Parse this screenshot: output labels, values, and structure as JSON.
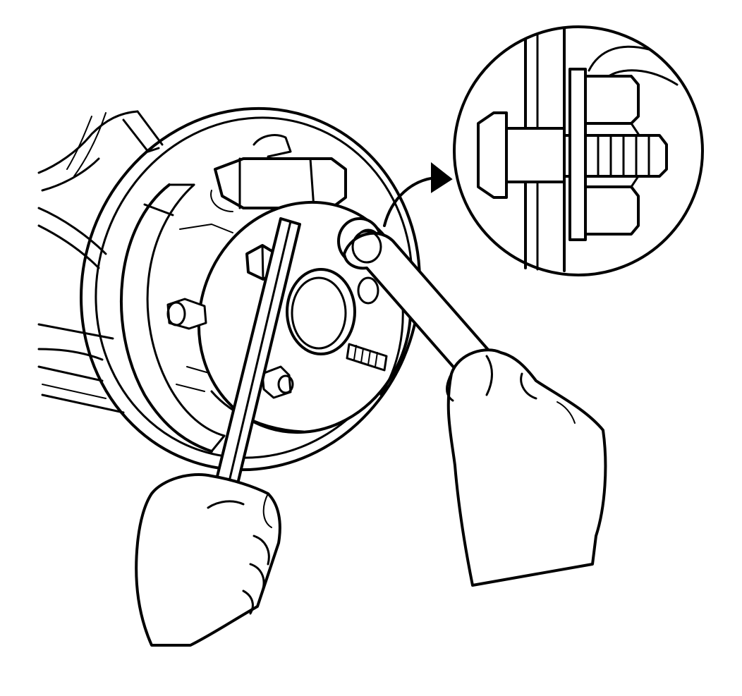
{
  "figure": {
    "components": [
      "brake-backing-plate",
      "brake-shoe",
      "wheel-cylinder",
      "axle-hub",
      "hub-bore",
      "lug-nut",
      "wheel-stud",
      "pry-bar",
      "box-wrench",
      "left-hand",
      "right-hand",
      "detail-arrow",
      "detail-inset",
      "detail-stud-head",
      "detail-nut"
    ],
    "colors": {
      "ink": "#000000",
      "paper": "#ffffff"
    }
  }
}
